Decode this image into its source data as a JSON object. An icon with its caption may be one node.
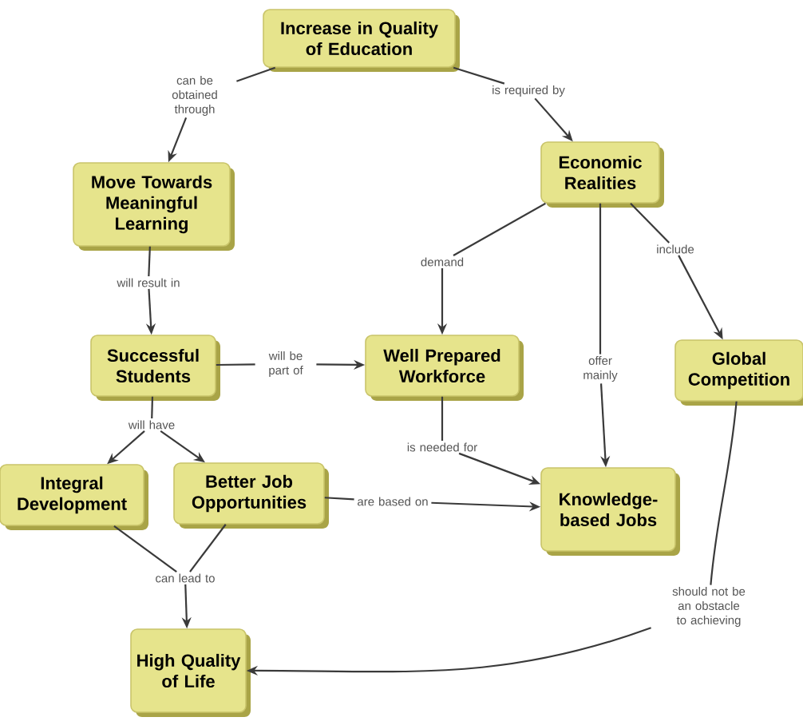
{
  "diagram": {
    "nodes": [
      {
        "text": [
          "Increase in Quality of Education"
        ]
      },
      {
        "text": [
          "Move Towards Meaningful Learning"
        ]
      },
      {
        "text": [
          "Economic Realities"
        ]
      },
      {
        "text": [
          "Successful Students"
        ]
      },
      {
        "text": [
          "Well Prepared Workforce"
        ]
      },
      {
        "text": [
          "Global Competition"
        ]
      },
      {
        "text": [
          "Integral Development"
        ]
      },
      {
        "text": [
          "Better Job Opportunities"
        ]
      },
      {
        "text": [
          "Knowledge-based Jobs"
        ]
      },
      {
        "text": [
          "High Quality of Life"
        ]
      },
      {
        "text": [
          "can be obtained through"
        ]
      },
      {
        "text": [
          "is required by"
        ]
      },
      {
        "text": [
          "will result in"
        ]
      },
      {
        "text": [
          "demand"
        ]
      },
      {
        "text": [
          "include"
        ]
      },
      {
        "text": [
          "will be part of"
        ]
      },
      {
        "text": [
          "offer mainly"
        ]
      },
      {
        "text": [
          "will have"
        ]
      },
      {
        "text": [
          "is needed for"
        ]
      },
      {
        "text": [
          "are based on"
        ]
      },
      {
        "text": [
          "can lead to"
        ]
      },
      {
        "text": [
          "should not be an obstacle to achieving"
        ]
      }
    ],
    "edges": [
      {
        "from": 0,
        "to": 10,
        "arrow": "none"
      },
      {
        "from": 10,
        "to": 1,
        "arrow": "to"
      },
      {
        "from": 0,
        "to": 11,
        "arrow": "none"
      },
      {
        "from": 11,
        "to": 2,
        "arrow": "to"
      },
      {
        "from": 1,
        "to": 12,
        "arrow": "none"
      },
      {
        "from": 12,
        "to": 3,
        "arrow": "to"
      },
      {
        "from": 2,
        "to": 13,
        "arrow": "none"
      },
      {
        "from": 13,
        "to": 4,
        "arrow": "to"
      },
      {
        "from": 2,
        "to": 16,
        "arrow": "none"
      },
      {
        "from": 16,
        "to": 8,
        "arrow": "to"
      },
      {
        "from": 2,
        "to": 14,
        "arrow": "none"
      },
      {
        "from": 14,
        "to": 5,
        "arrow": "to"
      },
      {
        "from": 3,
        "to": 15,
        "arrow": "none"
      },
      {
        "from": 15,
        "to": 4,
        "arrow": "to"
      },
      {
        "from": 3,
        "to": 17,
        "arrow": "none"
      },
      {
        "from": 17,
        "to": 6,
        "arrow": "to"
      },
      {
        "from": 17,
        "to": 7,
        "arrow": "to"
      },
      {
        "from": 4,
        "to": 18,
        "arrow": "none"
      },
      {
        "from": 18,
        "to": 8,
        "arrow": "to"
      },
      {
        "from": 7,
        "to": 19,
        "arrow": "none"
      },
      {
        "from": 19,
        "to": 8,
        "arrow": "to"
      },
      {
        "from": 6,
        "to": 20,
        "arrow": "none"
      },
      {
        "from": 7,
        "to": 20,
        "arrow": "none"
      },
      {
        "from": 20,
        "to": 9,
        "arrow": "to"
      },
      {
        "from": 5,
        "to": 21,
        "arrow": "none"
      },
      {
        "from": 21,
        "to": 9,
        "arrow": "to"
      }
    ]
  }
}
